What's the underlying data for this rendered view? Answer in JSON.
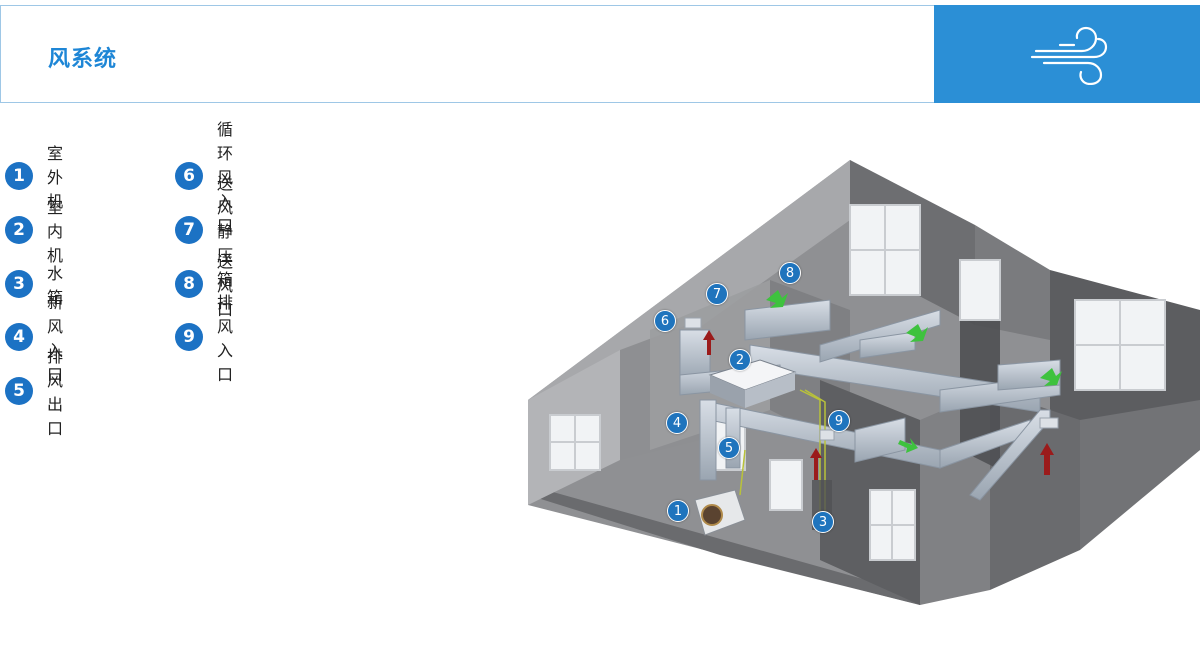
{
  "header": {
    "title": "风系统",
    "icon": "wind-icon",
    "accent_color": "#2b8fd6"
  },
  "legend": {
    "items": [
      {
        "number": "1",
        "label": "室外机"
      },
      {
        "number": "2",
        "label": "室内机"
      },
      {
        "number": "3",
        "label": "水箱"
      },
      {
        "number": "4",
        "label": "新风入口"
      },
      {
        "number": "5",
        "label": "排风出口"
      },
      {
        "number": "6",
        "label": "循环风入口"
      },
      {
        "number": "7",
        "label": "送风静压箱"
      },
      {
        "number": "8",
        "label": "送风口"
      },
      {
        "number": "9",
        "label": "排风入口"
      }
    ]
  },
  "diagram": {
    "markers": [
      "1",
      "2",
      "3",
      "4",
      "5",
      "6",
      "7",
      "8",
      "9"
    ],
    "supply_arrow_color": "#3ec23e",
    "return_arrow_color": "#9b1b1b"
  }
}
